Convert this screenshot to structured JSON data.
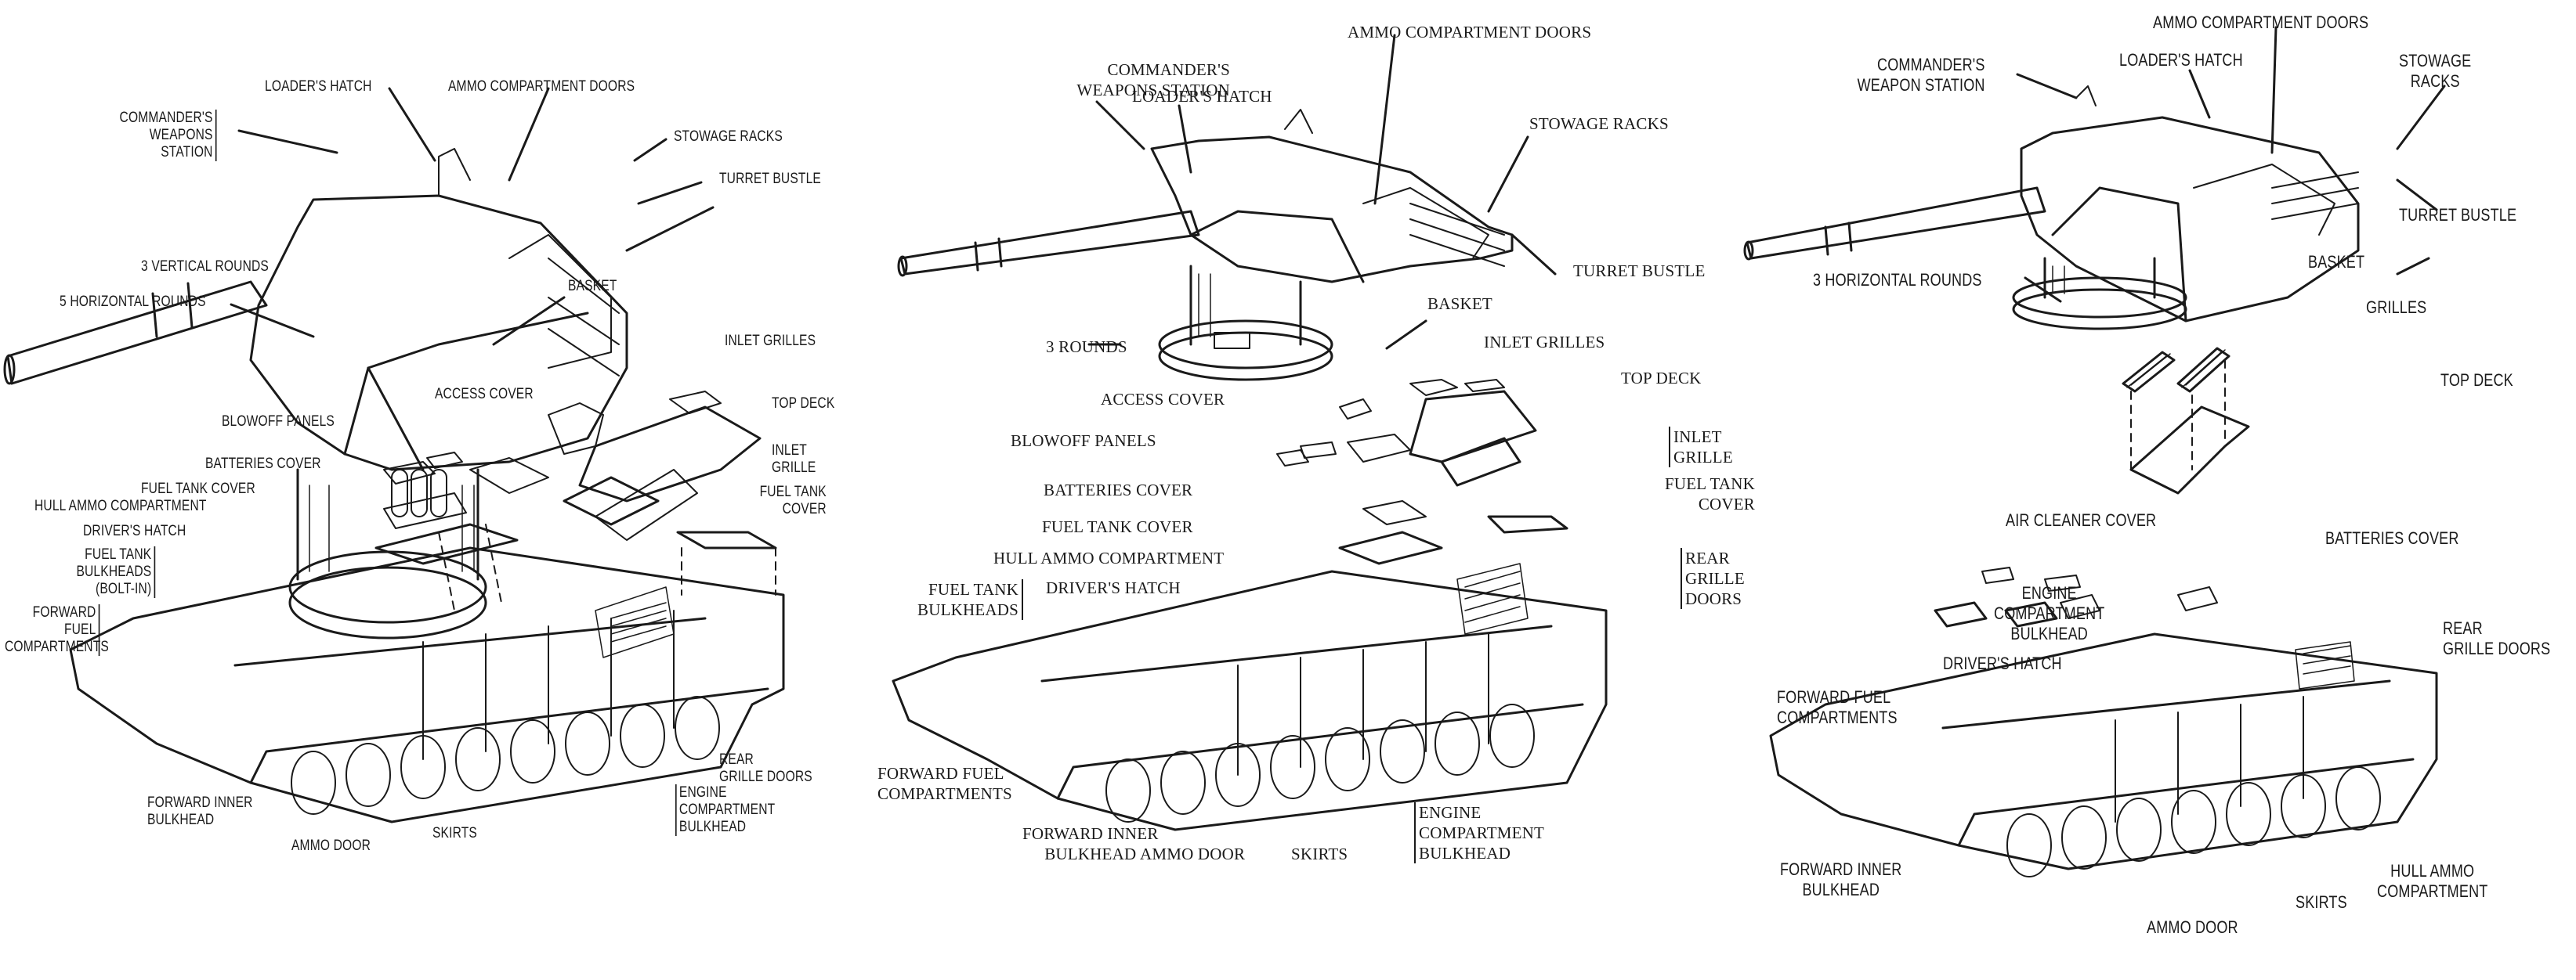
{
  "figure": {
    "title": "Tank turret and hull exploded views — three configurations",
    "line_color": "#1a1a1a",
    "background": "#ffffff"
  },
  "panels": [
    {
      "id": "left",
      "labels": {
        "loaders_hatch": "LOADER'S HATCH",
        "ammo_compartment_doors": "AMMO COMPARTMENT DOORS",
        "commanders_weapons_station": "COMMANDER'S\nWEAPONS STATION",
        "stowage_racks": "STOWAGE RACKS",
        "turret_bustle": "TURRET BUSTLE",
        "vertical_rounds": "3 VERTICAL ROUNDS",
        "horizontal_rounds": "5 HORIZONTAL ROUNDS",
        "basket": "BASKET",
        "inlet_grilles": "INLET GRILLES",
        "access_cover": "ACCESS COVER",
        "top_deck": "TOP DECK",
        "blowoff_panels": "BLOWOFF PANELS",
        "inlet_grille": "INLET\nGRILLE",
        "batteries_cover": "BATTERIES COVER",
        "fuel_tank_cover_left": "FUEL TANK COVER",
        "fuel_tank_cover_right": "FUEL TANK\nCOVER",
        "hull_ammo_compartment": "HULL AMMO COMPARTMENT",
        "drivers_hatch": "DRIVER'S HATCH",
        "fuel_tank_bulkheads": "FUEL TANK\nBULKHEADS\n(BOLT-IN)",
        "forward_fuel_compartments": "FORWARD FUEL\nCOMPARTMENTS",
        "rear_grille_doors": "REAR\nGRILLE DOORS",
        "engine_compartment_bulkhead": "ENGINE\nCOMPARTMENT\nBULKHEAD",
        "forward_inner_bulkhead": "FORWARD INNER\nBULKHEAD",
        "skirts": "SKIRTS",
        "ammo_door": "AMMO DOOR"
      }
    },
    {
      "id": "middle",
      "labels": {
        "ammo_compartment_doors": "AMMO COMPARTMENT DOORS",
        "commanders_weapons_station": "COMMANDER'S\nWEAPONS STATION",
        "loaders_hatch": "LOADER'S HATCH",
        "stowage_racks": "STOWAGE RACKS",
        "turret_bustle": "TURRET BUSTLE",
        "basket": "BASKET",
        "rounds": "3   ROUNDS",
        "inlet_grilles": "INLET GRILLES",
        "top_deck": "TOP DECK",
        "access_cover": "ACCESS COVER",
        "blowoff_panels": "BLOWOFF PANELS",
        "inlet_grille": "INLET\nGRILLE",
        "fuel_tank_cover_right": "FUEL TANK\nCOVER",
        "batteries_cover": "BATTERIES COVER",
        "fuel_tank_cover_left": "FUEL TANK COVER",
        "hull_ammo_compartment": "HULL AMMO COMPARTMENT",
        "rear_grille_doors": "REAR\nGRILLE DOORS",
        "fuel_tank_bulkheads": "FUEL TANK\nBULKHEADS",
        "drivers_hatch": "DRIVER'S HATCH",
        "forward_fuel_compartments": "FORWARD FUEL\nCOMPARTMENTS",
        "forward_inner_bulkhead": "FORWARD INNER\nBULKHEAD",
        "ammo_door": "AMMO DOOR",
        "skirts": "SKIRTS",
        "engine_compartment_bulkhead": "ENGINE\nCOMPARTMENT\nBULKHEAD"
      }
    },
    {
      "id": "right",
      "labels": {
        "ammo_compartment_doors": "AMMO COMPARTMENT DOORS",
        "commanders_weapon_station": "COMMANDER'S\nWEAPON STATION",
        "loaders_hatch": "LOADER'S HATCH",
        "stowage_racks": "STOWAGE\nRACKS",
        "turret_bustle": "TURRET BUSTLE",
        "basket": "BASKET",
        "horizontal_rounds": "3 HORIZONTAL ROUNDS",
        "grilles": "GRILLES",
        "top_deck": "TOP DECK",
        "air_cleaner_cover": "AIR CLEANER COVER",
        "batteries_cover": "BATTERIES COVER",
        "engine_compartment_bulkhead": "ENGINE\nCOMPARTMENT\nBULKHEAD",
        "rear_grille_doors": "REAR\nGRILLE DOORS",
        "drivers_hatch": "DRIVER'S HATCH",
        "forward_fuel_compartments": "FORWARD FUEL\nCOMPARTMENTS",
        "forward_inner_bulkhead": "FORWARD INNER\nBULKHEAD",
        "hull_ammo_compartment": "HULL AMMO\nCOMPARTMENT",
        "skirts": "SKIRTS",
        "ammo_door": "AMMO DOOR"
      }
    }
  ]
}
